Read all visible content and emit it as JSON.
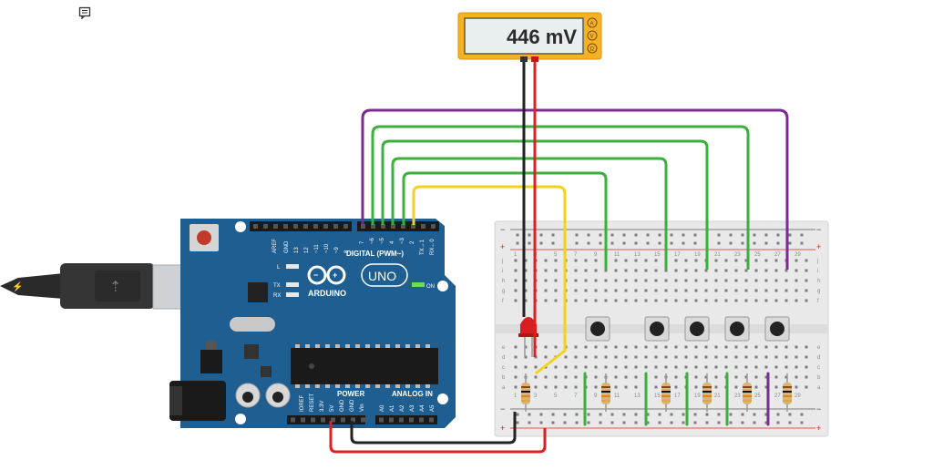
{
  "multimeter": {
    "reading": "446 mV",
    "mode_buttons": [
      "A",
      "V",
      "Ω"
    ]
  },
  "arduino": {
    "logo_text": "ARDUINO",
    "model_badge": "UNO",
    "digital_label": "DIGITAL (PWM~)",
    "power_label": "POWER",
    "analog_label": "ANALOG IN",
    "on_label": "ON",
    "led_labels": [
      "L",
      "TX",
      "RX"
    ],
    "top_pins": [
      "AREF",
      "GND",
      "13",
      "12",
      "~11",
      "~10",
      "~9",
      "8",
      "7",
      "~6",
      "~5",
      "4",
      "~3",
      "2",
      "TX→1",
      "RX←0"
    ],
    "power_pins": [
      "IOREF",
      "RESET",
      "3.3V",
      "5V",
      "GND",
      "GND",
      "Vin"
    ],
    "analog_pins": [
      "A0",
      "A1",
      "A2",
      "A3",
      "A4",
      "A5"
    ]
  },
  "breadboard": {
    "rail_signs": [
      "+",
      "−",
      "−",
      "+"
    ],
    "row_letters_top": [
      "j",
      "i",
      "h",
      "g",
      "f"
    ],
    "row_letters_bottom": [
      "e",
      "d",
      "c",
      "b",
      "a"
    ],
    "column_numbers": [
      "1",
      "3",
      "5",
      "7",
      "9",
      "11",
      "13",
      "15",
      "17",
      "19",
      "21",
      "23",
      "25",
      "27",
      "29"
    ]
  },
  "colors": {
    "board_blue": "#1f5e91",
    "wire_red": "#e02020",
    "wire_black": "#222222",
    "wire_green": "#3cb03c",
    "wire_purple": "#7a2d8f",
    "wire_yellow": "#f2d21a",
    "meter_frame": "#f5b324"
  }
}
